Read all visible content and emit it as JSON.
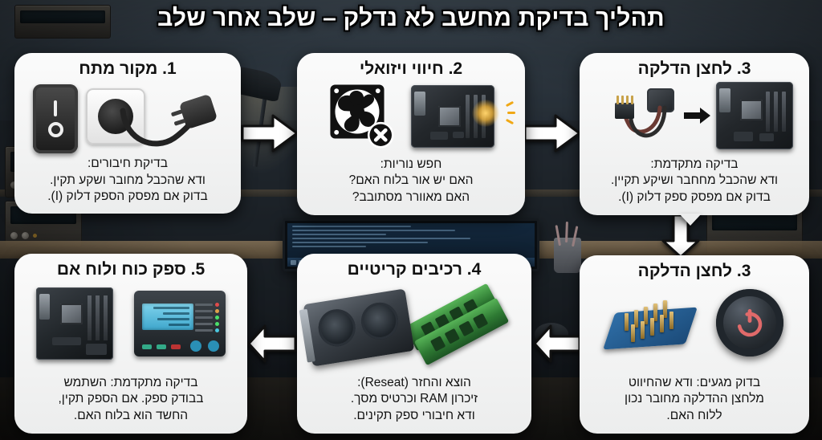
{
  "title": "תהליך בדיקת מחשב לא נדלק – שלב אחר שלב",
  "cards": [
    {
      "id": "step-1",
      "title": "1. מקור מתח",
      "body": "בדיקת חיבורים:\nודא שהכבל מחובר ושקע תקין.\nבדוק אם מפסק הספק דלוק (I).",
      "icons": [
        "power-socket-icon",
        "power-plug-icon",
        "rocker-switch-icon"
      ]
    },
    {
      "id": "step-2",
      "title": "2. חיווי ויזואלי",
      "body": "חפש נוריות:\nהאם יש אור בלוח האם?\nהאם מאוורר מסתובב?",
      "icons": [
        "motherboard-led-icon",
        "fan-error-icon"
      ]
    },
    {
      "id": "step-3",
      "title": "3. לחצן הדלקה",
      "body": "בדיקה מתקדמת:\nודא שהכבל מחחבר ושיקע תקיין.\nבדוק אם מפסק ספק דלוק (I).",
      "icons": [
        "power-switch-cable-icon",
        "arrow-right-icon",
        "motherboard-icon"
      ]
    },
    {
      "id": "step-3b",
      "title": "3. לחצן הדלקה",
      "body": "בדוק מגעים: ודא שהחיווט\nמלחצן ההדלקה מחובר נכון\nללוח האם.",
      "icons": [
        "power-button-icon",
        "pin-header-icon"
      ]
    },
    {
      "id": "step-4",
      "title": "4. רכיבים קריטיים",
      "body": "הוצא והחזר (Reseat):\nזיכרון RAM וכרטיס מסך.\nודא חיבורי ספק תקינים.",
      "icons": [
        "ram-modules-icon",
        "graphics-card-icon"
      ]
    },
    {
      "id": "step-5",
      "title": "5. ספק כוח ולוח אם",
      "body": "בדיקה מתקדמת: השתמש\nבבודק ספק. אם הספק תקין,\nהחשד הוא בלוח האם.",
      "icons": [
        "psu-tester-icon",
        "motherboard-icon"
      ]
    }
  ],
  "arrows": [
    {
      "name": "arrow-step1-to-step2",
      "direction": "right"
    },
    {
      "name": "arrow-step2-to-step3",
      "direction": "right"
    },
    {
      "name": "arrow-step3-to-step3b",
      "direction": "down"
    },
    {
      "name": "arrow-step3b-to-step4",
      "direction": "left"
    },
    {
      "name": "arrow-step4-to-step5",
      "direction": "left"
    }
  ],
  "colors": {
    "card_background": "#f4f4f4",
    "title_text": "#ffffff",
    "body_text": "#121212",
    "arrow_fill": "#ffffff",
    "arrow_outline": "#111111",
    "led_glow": "#ffbf3c",
    "power_symbol": "#e06a6a",
    "ram_green": "#2e7a33",
    "pin_gold": "#c8a24a",
    "pcb_blue": "#2f6fa8"
  }
}
